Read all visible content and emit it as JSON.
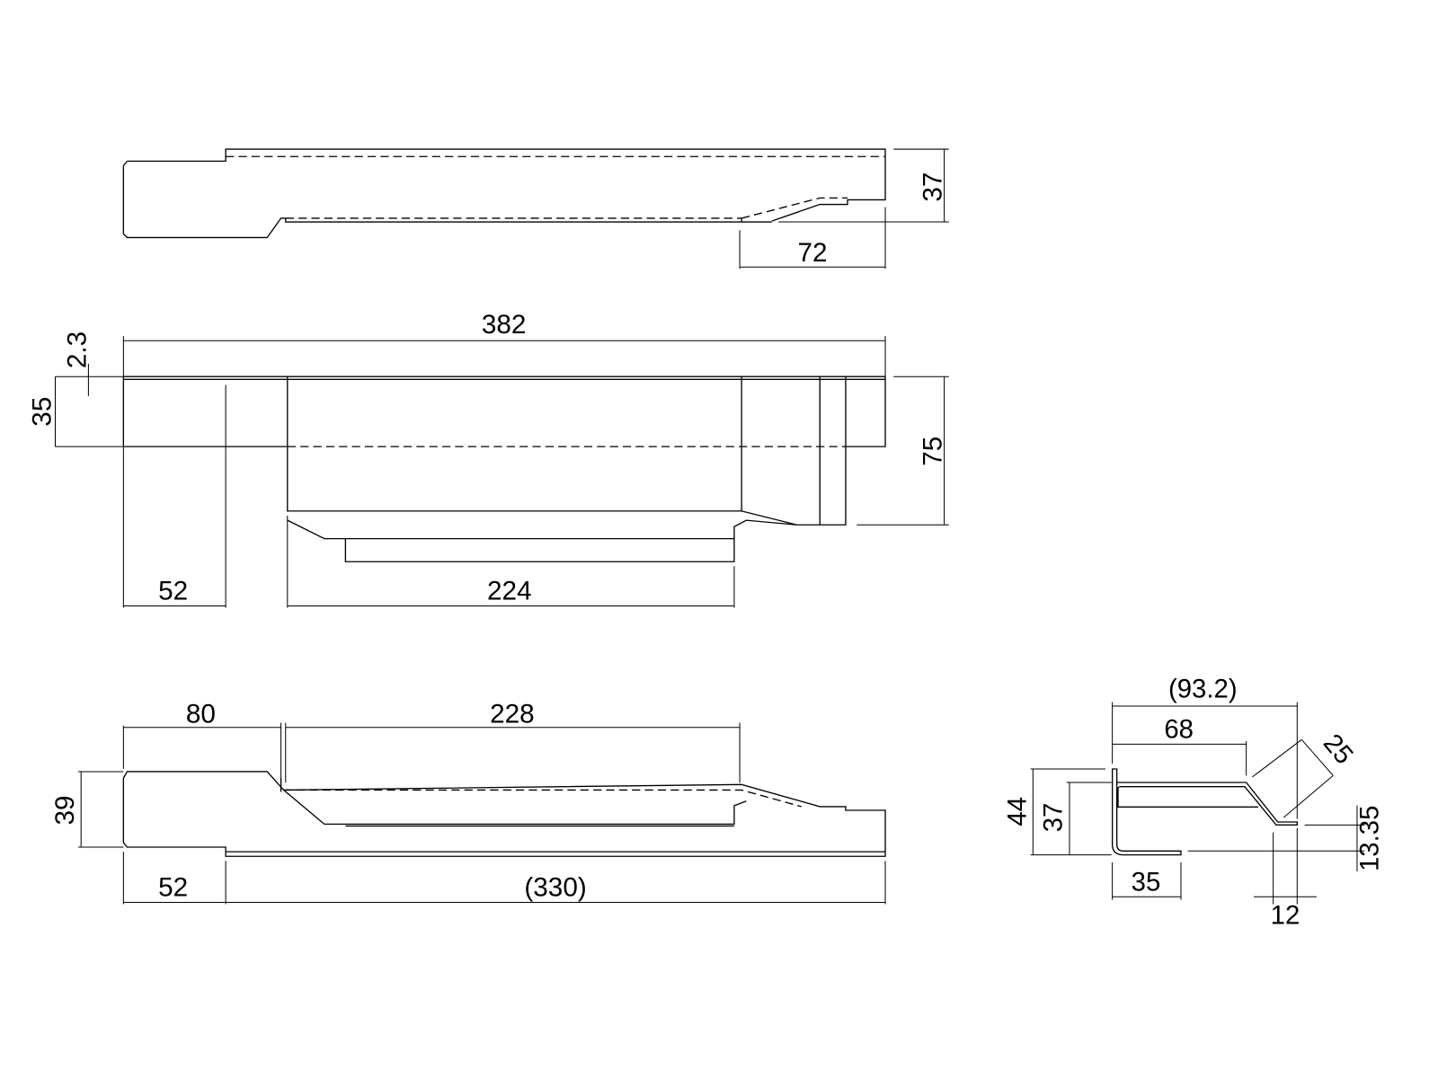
{
  "top_view": {
    "dim_height": "37",
    "dim_ramp_length": "72"
  },
  "front_view": {
    "dim_total_length": "382",
    "dim_thickness": "2.3",
    "dim_left_height": "35",
    "dim_total_height": "75",
    "dim_left_length": "52",
    "dim_pocket_length": "224"
  },
  "side_view": {
    "dim_lead_length": "80",
    "dim_flat_length": "228",
    "dim_height": "39",
    "dim_left_length": "52",
    "dim_body_length": "(330)"
  },
  "section_view": {
    "dim_overall_width": "(93.2)",
    "dim_flat_width": "68",
    "dim_slope_length": "25",
    "dim_height_outer": "44",
    "dim_height_inner": "37",
    "dim_bottom_flange": "35",
    "dim_lip_width": "12",
    "dim_lip_height": "13.35"
  }
}
